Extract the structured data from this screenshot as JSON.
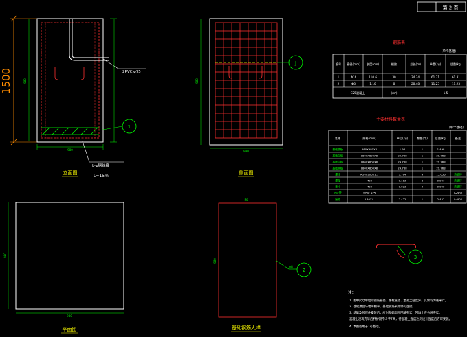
{
  "sheet": {
    "label": "第 2 页"
  },
  "drawing": {
    "height_dim": "1500",
    "main_view": {
      "title": "立面图",
      "pvc_label": "2PVC φ75",
      "rebar_label": "L=15m",
      "spiral_label": "L-φ钢丝绳",
      "callout": "1",
      "dims": [
        "980",
        "980",
        "980"
      ]
    },
    "side_view": {
      "title": "侧面图",
      "callout": "J",
      "dims": [
        "980",
        "980"
      ]
    },
    "plan_view": {
      "title": "平面图",
      "dims": [
        "980",
        "980"
      ]
    },
    "rebar_view": {
      "title": "基础钢筋大样",
      "callout": "2",
      "label": "φ8",
      "dims": [
        "50",
        "980"
      ]
    },
    "detail": {
      "callout": "3"
    }
  },
  "table1": {
    "title": "钢筋表",
    "note": "（单个基础）",
    "headers": [
      "编号",
      "直径(mm)",
      "长度(cm)",
      "根数",
      "总长(m)",
      "单重(kg)",
      "总重(kg)"
    ],
    "rows": [
      [
        "1",
        "Φ16",
        "110.6",
        "30",
        "34.34",
        "61.31",
        "61.31"
      ],
      [
        "2",
        "Φ8",
        "1.10",
        "8",
        "28.48",
        "11.23",
        "11.23"
      ]
    ],
    "footer": [
      "C25混凝土",
      "(m³)",
      "1.5"
    ]
  },
  "table2": {
    "title": "主要材料数量表",
    "note": "（单个基础）",
    "headers": [
      "名称",
      "规格(mm)",
      "单位(kg)",
      "数量(个)",
      "总量(kg)",
      "备注"
    ],
    "rows": [
      [
        "基础底板",
        "980X980X8",
        "1.98",
        "1",
        "1.498",
        ""
      ],
      [
        "基础立板",
        "L800X800X8",
        "29.768",
        "1",
        "29.768",
        ""
      ],
      [
        "基础立板",
        "L800X800X8",
        "29.768",
        "1",
        "29.768",
        ""
      ],
      [
        "基础侧板",
        "L800X800X8",
        "29.768",
        "1",
        "29.768",
        ""
      ],
      [
        "螺栓",
        "M24X900X1.1",
        "3.764",
        "4",
        "15.056",
        "热镀锌"
      ],
      [
        "螺母",
        "M24",
        "0.113",
        "8",
        "0.907",
        "热镀锌"
      ],
      [
        "垫片",
        "M24",
        "0.023",
        "4",
        "0.099",
        "热镀锌"
      ],
      [
        "PVC管",
        "2PVC φ75",
        "",
        "",
        "",
        "L=900"
      ],
      [
        "接地",
        "L40X4",
        "2.422",
        "1",
        "2.422",
        "L=900"
      ]
    ]
  },
  "notes": {
    "lines": [
      "注：",
      "1. 图中尺寸单位除钢筋直径、螺栓直径、混凝土强度外，其余均为毫米计。",
      "2. 基础顶面与地坪相平，基础钢筋采用绑扎连接。",
      "3. 基础及预埋件安装后，应对基础周围回填夯实，回填土应分层夯实。",
      "   混凝土浇筑完毕后养护期不少于7天，待混凝土强度达到设计强度后方可安装。",
      "4. 本图适用于1号基础。"
    ]
  }
}
